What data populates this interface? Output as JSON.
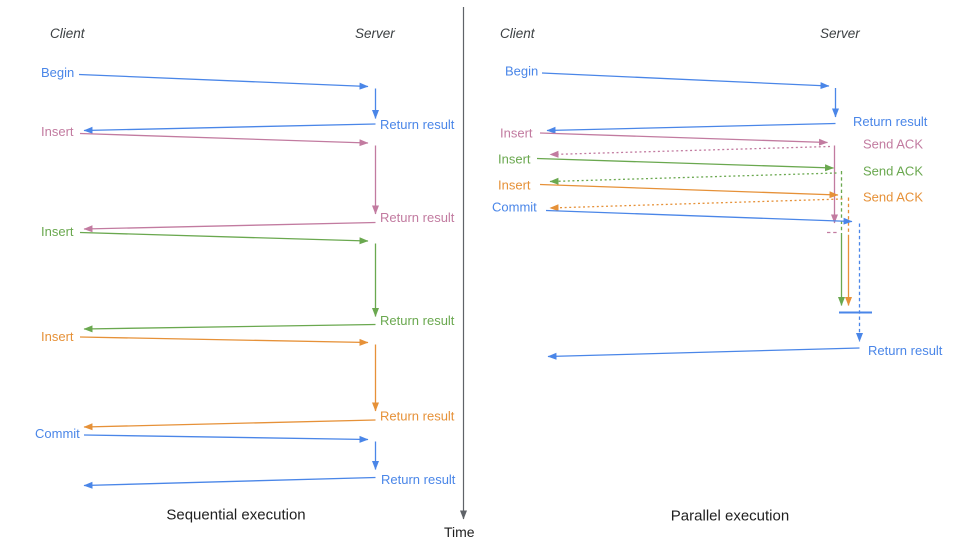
{
  "colors": {
    "blue": "#4a86e8",
    "pink": "#c27ba0",
    "green": "#6aa84f",
    "orange": "#e69138",
    "axis": "#5f6368",
    "heading": "#3c4043",
    "title": "#1f1f1f"
  },
  "left": {
    "client": "Client",
    "server": "Server",
    "title": "Sequential execution",
    "begin": {
      "label": "Begin",
      "result": "Return result"
    },
    "insert1": {
      "label": "Insert",
      "result": "Return result"
    },
    "insert2": {
      "label": "Insert",
      "result": "Return result"
    },
    "insert3": {
      "label": "Insert",
      "result": "Return result"
    },
    "commit": {
      "label": "Commit",
      "result": "Return result"
    }
  },
  "right": {
    "client": "Client",
    "server": "Server",
    "title": "Parallel execution",
    "begin": {
      "label": "Begin",
      "result": "Return result"
    },
    "insert1": {
      "label": "Insert",
      "ack": "Send ACK"
    },
    "insert2": {
      "label": "Insert",
      "ack": "Send ACK"
    },
    "insert3": {
      "label": "Insert",
      "ack": "Send ACK"
    },
    "commit": {
      "label": "Commit"
    },
    "final": {
      "result": "Return result"
    }
  },
  "axis": {
    "label": "Time"
  }
}
